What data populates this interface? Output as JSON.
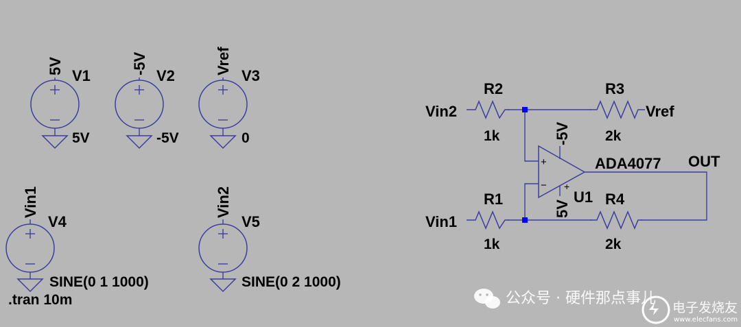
{
  "sources": {
    "v1": {
      "name": "V1",
      "net": "5V",
      "value": "5V"
    },
    "v2": {
      "name": "V2",
      "net": "-5V",
      "value": "-5V"
    },
    "v3": {
      "name": "V3",
      "net": "Vref",
      "value": "0"
    },
    "v4": {
      "name": "V4",
      "net": "Vin1",
      "value": "SINE(0 1 1000)"
    },
    "v5": {
      "name": "V5",
      "net": "Vin2",
      "value": "SINE(0 2 1000)"
    }
  },
  "directive": ".tran 10m",
  "resistors": {
    "r1": {
      "name": "R1",
      "value": "1k",
      "input": "Vin1"
    },
    "r2": {
      "name": "R2",
      "value": "1k",
      "input": "Vin2"
    },
    "r3": {
      "name": "R3",
      "value": "2k",
      "output": "Vref"
    },
    "r4": {
      "name": "R4",
      "value": "2k"
    }
  },
  "opamp": {
    "name": "U1",
    "model": "ADA4077",
    "supply_pos": "5V",
    "supply_neg": "-5V",
    "plus_sign": "+",
    "minus_sign": "−"
  },
  "output_label": "OUT",
  "watermark": {
    "text": "公众号 · 硬件那点事儿",
    "logo_text": "电子发烧友",
    "logo_url": "www.elecfans.com"
  },
  "colors": {
    "background": "#b7b7b7",
    "wire": "#3d3d9e",
    "junction": "#0000ff",
    "text": "#000000"
  }
}
